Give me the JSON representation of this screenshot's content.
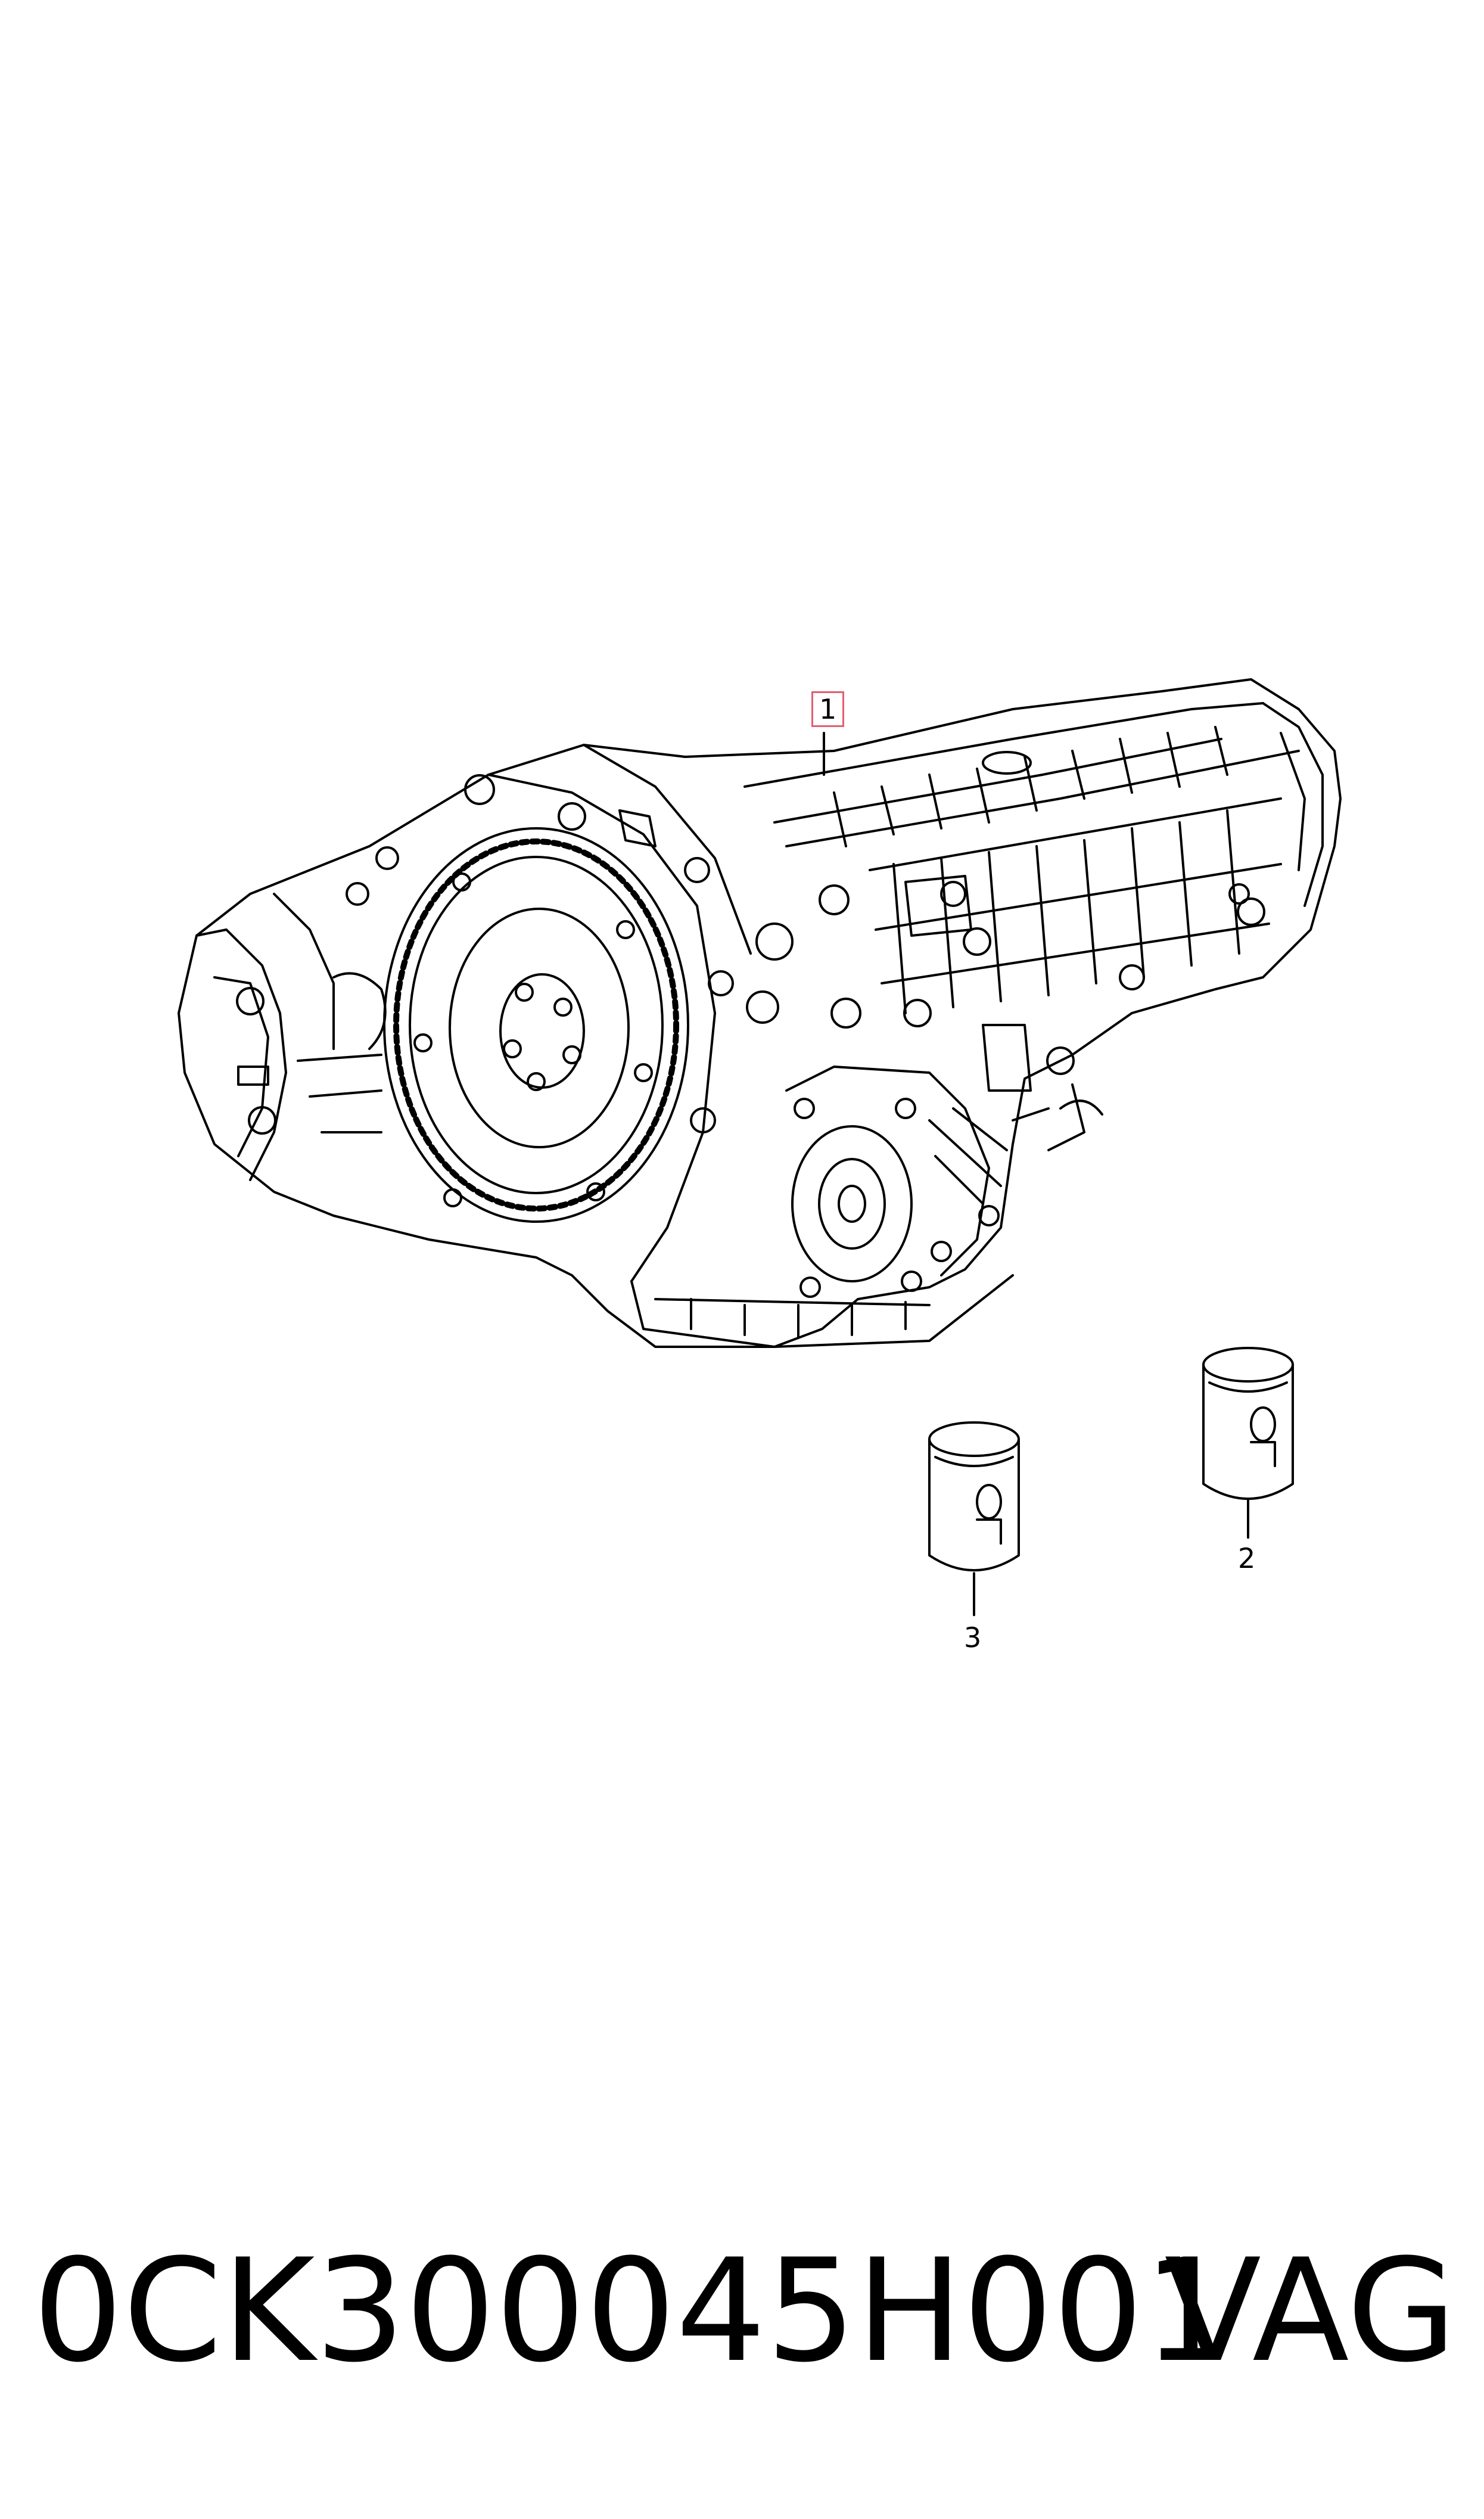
{
  "callouts": {
    "item_1": "1",
    "item_2": "2",
    "item_3": "3"
  },
  "footer": {
    "part_number": "0CK300045H001",
    "brand": "VAG"
  },
  "colors": {
    "line": "#000000",
    "callout_box": "#e06070",
    "background": "#ffffff"
  },
  "icons": {
    "transmission": "transmission-assembly-drawing",
    "oil_bottle": "oil-bottle-icon"
  }
}
